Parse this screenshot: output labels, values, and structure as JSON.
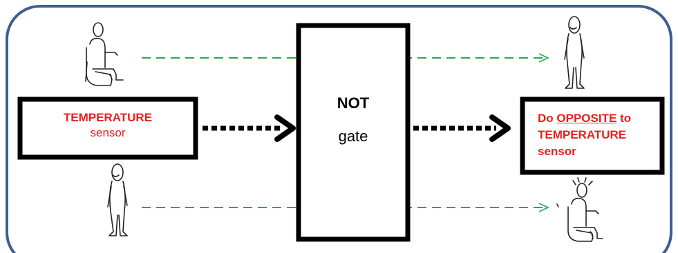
{
  "colors": {
    "frame_border": "#3d5f8f",
    "box_border": "#000000",
    "dashed_arrow": "#2aa84a",
    "dotted_arrow": "#000000",
    "highlight_text": "#ee1c1c"
  },
  "sensor_box": {
    "line1": "TEMPERATURE",
    "line2": "sensor"
  },
  "gate_box": {
    "line1": "NOT",
    "line2": "gate"
  },
  "output_box": {
    "prefix": "Do",
    "emphasis": "OPPOSITE",
    "suffix": "to",
    "line2": "TEMPERATURE",
    "line3": "sensor"
  },
  "icons": [
    "person-sitting-icon",
    "person-standing-icon",
    "person-standing-icon",
    "person-sitting-shivering-icon"
  ]
}
